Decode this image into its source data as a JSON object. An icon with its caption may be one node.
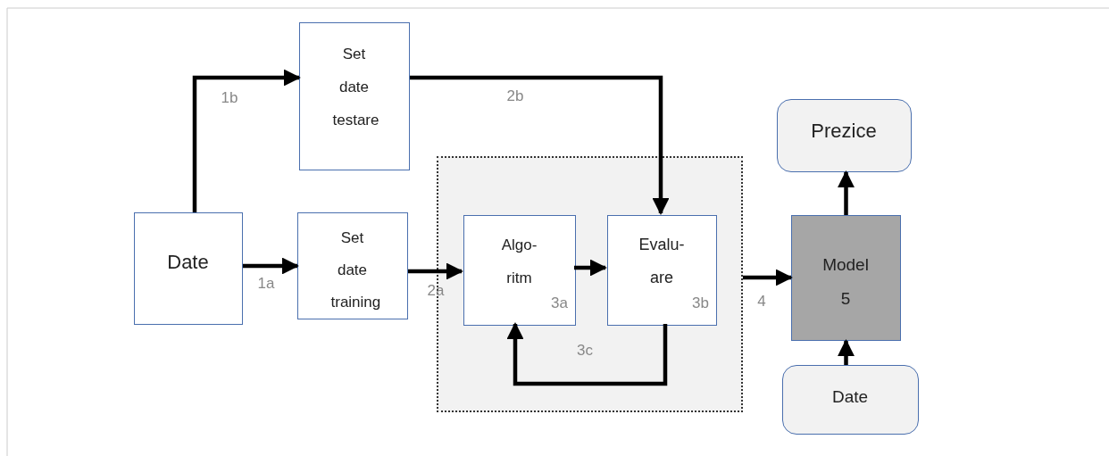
{
  "diagram": {
    "nodes": [
      {
        "text": [
          "Date"
        ]
      },
      {
        "text": [
          "Set date testare"
        ]
      },
      {
        "text": [
          "Set date training"
        ]
      },
      {
        "text": [],
        "shape": "box"
      },
      {
        "text": [
          "Algo- ritm",
          "3a"
        ],
        "in": 3
      },
      {
        "text": [
          "Evalu- are",
          "3b"
        ],
        "in": 3
      },
      {
        "text": [
          "Model 5"
        ]
      },
      {
        "text": [
          "Prezice"
        ]
      },
      {
        "text": [
          "Date"
        ]
      }
    ],
    "edges": [
      {
        "from": 0,
        "to": 1,
        "arrow": "to",
        "label": "1b"
      },
      {
        "from": 0,
        "to": 2,
        "arrow": "to",
        "label": "1a"
      },
      {
        "from": 2,
        "to": 4,
        "arrow": "to",
        "label": "2a"
      },
      {
        "from": 1,
        "to": 5,
        "arrow": "to",
        "label": "2b"
      },
      {
        "from": 4,
        "to": 5,
        "arrow": "to"
      },
      {
        "from": 5,
        "to": 4,
        "arrow": "to",
        "label": "3c"
      },
      {
        "from": 3,
        "to": 6,
        "arrow": "to",
        "label": "4"
      },
      {
        "from": 6,
        "to": 7,
        "arrow": "to"
      },
      {
        "from": 8,
        "to": 6,
        "arrow": "to"
      }
    ]
  }
}
